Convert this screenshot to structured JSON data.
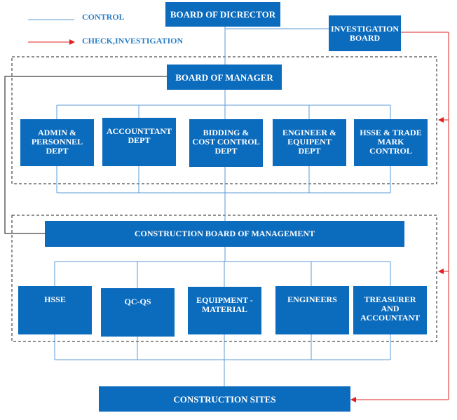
{
  "legend": {
    "control_label": "CONTROL",
    "check_label": "CHECK,INVESTIGATION"
  },
  "colors": {
    "box_fill": "#0b6bbd",
    "control_line": "#5b9bd5",
    "check_line": "#e02020",
    "legend_text": "#2a7fc7"
  },
  "nodes": {
    "board_of_director": "BOARD OF DICRECTOR",
    "investigation_board": "INVESTIGATION BOARD",
    "board_of_manager": "BOARD OF MANAGER",
    "admin_personnel": "ADMIN & PERSONNEL DEPT",
    "accountant": "ACCOUNTTANT DEPT",
    "bidding_cost": "BIDDING & COST CONTROL DEPT",
    "engineer_equipment": "ENGINEER & EQUIPENT DEPT",
    "hsse_trademark": "HSSE & TRADE MARK CONTROL",
    "construction_board": "CONSTRUCTION BOARD OF MANAGEMENT",
    "hsse": "HSSE",
    "qc_qs": "QC-QS",
    "equipment_material": "EQUIPMENT - MATERIAL",
    "engineers": "ENGINEERS",
    "treasurer_accountant": "TREASURER AND ACCOUNTANT",
    "construction_sites": "CONSTRUCTION SITES"
  }
}
